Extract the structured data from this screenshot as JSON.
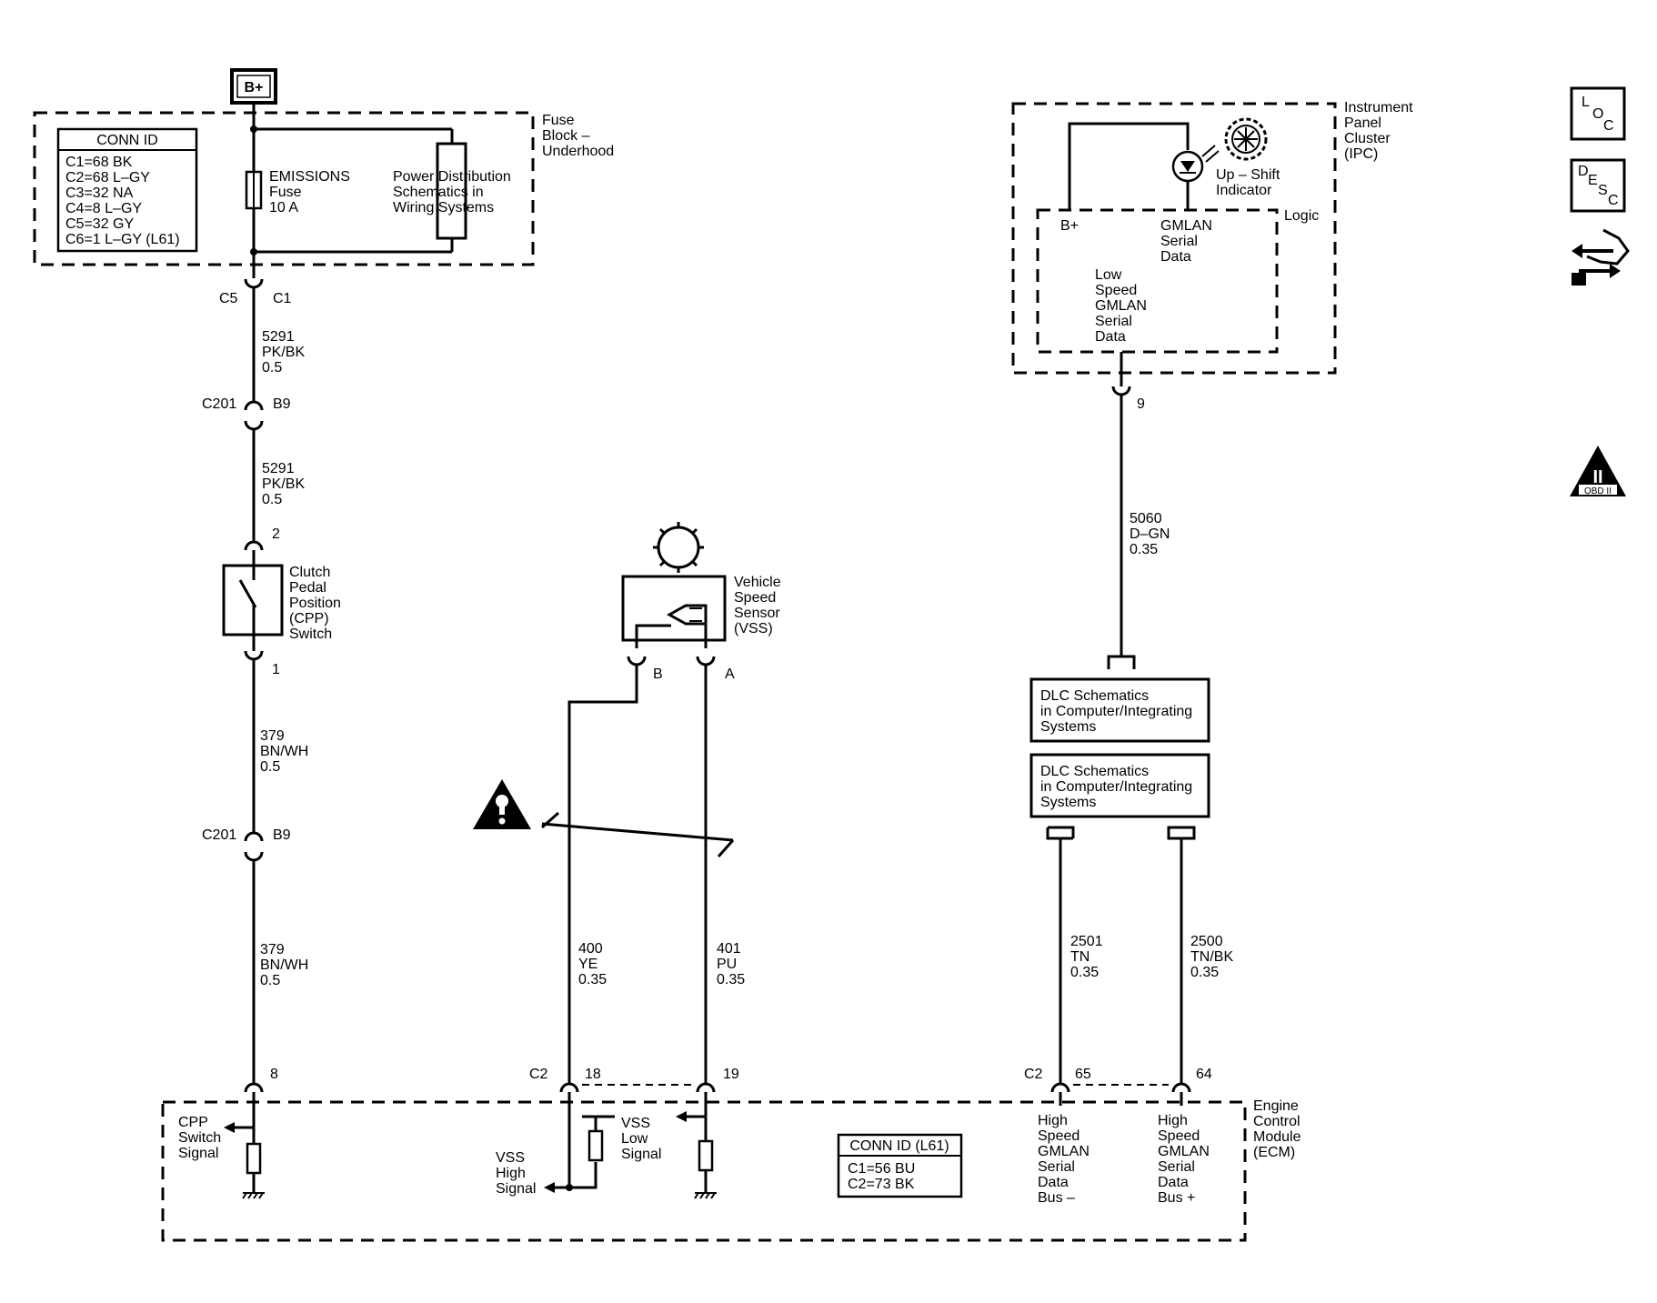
{
  "battery_label": "B+",
  "fuse_block": {
    "label": [
      "Fuse",
      "Block –",
      "Underhood"
    ],
    "conn_id_title": "CONN ID",
    "conn_id_rows": [
      "C1=68 BK",
      "C2=68 L–GY",
      "C3=32 NA",
      "C4=8 L–GY",
      "C5=32 GY",
      "C6=1 L–GY (L61)"
    ],
    "fuse_label": [
      "EMISSIONS",
      "Fuse",
      "10 A"
    ],
    "power_dist": [
      "Power Distribution",
      "Schematics in",
      "Wiring Systems"
    ]
  },
  "cpp_circuit": {
    "conn_top_left": "C5",
    "conn_top_right": "C1",
    "wire1": [
      "5291",
      "PK/BK",
      "0.5"
    ],
    "c201_a": "C201",
    "b9_a": "B9",
    "wire2": [
      "5291",
      "PK/BK",
      "0.5"
    ],
    "pin_2": "2",
    "switch_label": [
      "Clutch",
      "Pedal",
      "Position",
      "(CPP)",
      "Switch"
    ],
    "pin_1": "1",
    "wire3": [
      "379",
      "BN/WH",
      "0.5"
    ],
    "c201_b": "C201",
    "b9_b": "B9",
    "wire4": [
      "379",
      "BN/WH",
      "0.5"
    ],
    "pin_8": "8",
    "signal_label": [
      "CPP",
      "Switch",
      "Signal"
    ]
  },
  "vss_circuit": {
    "sensor_label": [
      "Vehicle",
      "Speed",
      "Sensor",
      "(VSS)"
    ],
    "pin_b": "B",
    "pin_a": "A",
    "wire_b": [
      "400",
      "YE",
      "0.35"
    ],
    "wire_a": [
      "401",
      "PU",
      "0.35"
    ],
    "conn_c2": "C2",
    "pin_18": "18",
    "pin_19": "19",
    "high_signal": [
      "VSS",
      "High",
      "Signal"
    ],
    "low_signal": [
      "VSS",
      "Low",
      "Signal"
    ]
  },
  "ipc": {
    "label": [
      "Instrument",
      "Panel",
      "Cluster",
      "(IPC)"
    ],
    "upshift": [
      "Up – Shift",
      "Indicator"
    ],
    "logic": "Logic",
    "b_plus": "B+",
    "gmlan": [
      "GMLAN",
      "Serial",
      "Data"
    ],
    "low_speed": [
      "Low",
      "Speed",
      "GMLAN",
      "Serial",
      "Data"
    ],
    "pin_9": "9",
    "wire": [
      "5060",
      "D–GN",
      "0.35"
    ]
  },
  "dlc": {
    "box1": [
      "DLC Schematics",
      "in Computer/Integrating",
      "Systems"
    ],
    "box2": [
      "DLC Schematics",
      "in Computer/Integrating",
      "Systems"
    ],
    "wire_left": [
      "2501",
      "TN",
      "0.35"
    ],
    "wire_right": [
      "2500",
      "TN/BK",
      "0.35"
    ],
    "conn_c2": "C2",
    "pin_65": "65",
    "pin_64": "64",
    "bus_minus": [
      "High",
      "Speed",
      "GMLAN",
      "Serial",
      "Data",
      "Bus –"
    ],
    "bus_plus": [
      "High",
      "Speed",
      "GMLAN",
      "Serial",
      "Data",
      "Bus +"
    ]
  },
  "ecm": {
    "label": [
      "Engine",
      "Control",
      "Module",
      "(ECM)"
    ],
    "conn_id_title": "CONN ID (L61)",
    "conn_id_rows": [
      "C1=56 BU",
      "C2=73 BK"
    ]
  },
  "side_icons": {
    "loc": [
      "L",
      "O",
      "C"
    ],
    "desc": [
      "D",
      "E",
      "S",
      "C"
    ],
    "obd": [
      "II",
      "OBD II"
    ]
  }
}
